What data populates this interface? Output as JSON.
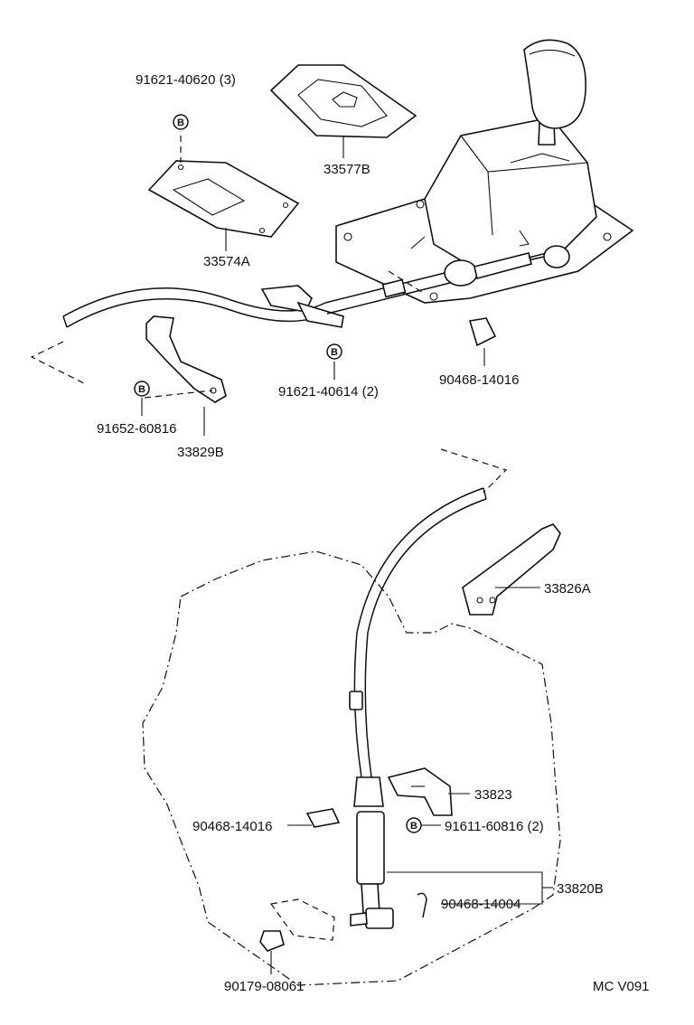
{
  "diagram": {
    "labels": {
      "p91621_40620": "91621-40620 (3)",
      "p33577B": "33577B",
      "p33574A": "33574A",
      "p91621_40614": "91621-40614 (2)",
      "p90468_14016_top": "90468-14016",
      "p91652_60816": "91652-60816",
      "p33829B": "33829B",
      "p33826A": "33826A",
      "p33823": "33823",
      "p90468_14016_bottom": "90468-14016",
      "p91611_60816": "91611-60816 (2)",
      "p33820B": "33820B",
      "p90468_14004": "90468-14004",
      "p90179_08061": "90179-08061"
    },
    "bolt_mark": "B",
    "footer_code": "MC V091"
  }
}
